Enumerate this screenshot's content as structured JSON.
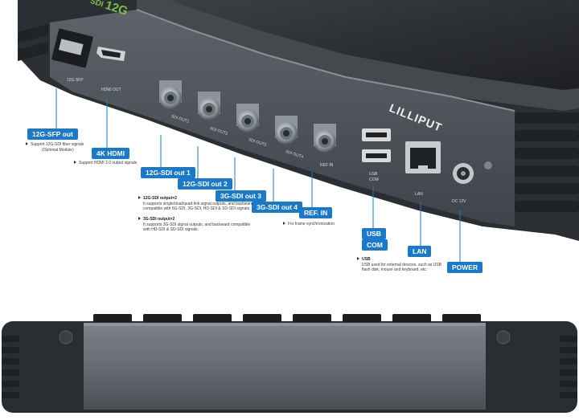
{
  "device": {
    "brand": "LILLIPUT",
    "badge": "12G",
    "badge_sub": "SDI",
    "port_labels": {
      "sfp": "12G SFP",
      "hdmi": "HDMI OUT",
      "sdi_out1": "SDI OUT1",
      "sdi_out2": "SDI OUT2",
      "sdi_out3": "SDI OUT3",
      "sdi_out4": "SDI OUT4",
      "ref_in": "REF IN",
      "usb": "USB",
      "com": "COM",
      "lan": "LAN",
      "dc": "DC 12V"
    }
  },
  "callouts": {
    "sfp": {
      "label": "12G-SFP out",
      "desc": [
        "Support 12G-SDI fiber signals",
        "(Optional Module)"
      ]
    },
    "hdmi": {
      "label": "4K HDMI",
      "desc": "Support HDMI 2.0 output signals"
    },
    "sdi1": {
      "label": "12G-SDI out 1"
    },
    "sdi2": {
      "label": "12G-SDI out 2"
    },
    "sdi3": {
      "label": "3G-SDI out 3"
    },
    "sdi4": {
      "label": "3G-SDI out 4"
    },
    "ref": {
      "label": "REF. IN",
      "desc": "For frame synchronization"
    },
    "usb": {
      "label": "USB"
    },
    "com": {
      "label": "COM"
    },
    "lan": {
      "label": "LAN"
    },
    "power": {
      "label": "POWER"
    }
  },
  "notes": {
    "sdi12": {
      "title": "12G-SDI output×2",
      "lines": [
        "It supports single/dual/quad-link signal outputs, and backward",
        "compatible with 6G-SDI, 3G-SDI, HD-SDI & SD-SDI signals."
      ]
    },
    "sdi3g": {
      "title": "3G-SDI output×2",
      "lines": [
        "It supports 3G-SDI signal outputs, and backward compatible",
        "with HD-SDI & SD-SDI signals."
      ]
    },
    "usb": {
      "title": "USB",
      "lines": [
        "USB used for external devices, such as USB",
        "flash disk, mouse and keyboard, etc."
      ]
    }
  },
  "colors": {
    "accent": "#1b79c9",
    "body": "#3a3f44",
    "panel": "#5a6066",
    "shadow": "#23262a"
  }
}
